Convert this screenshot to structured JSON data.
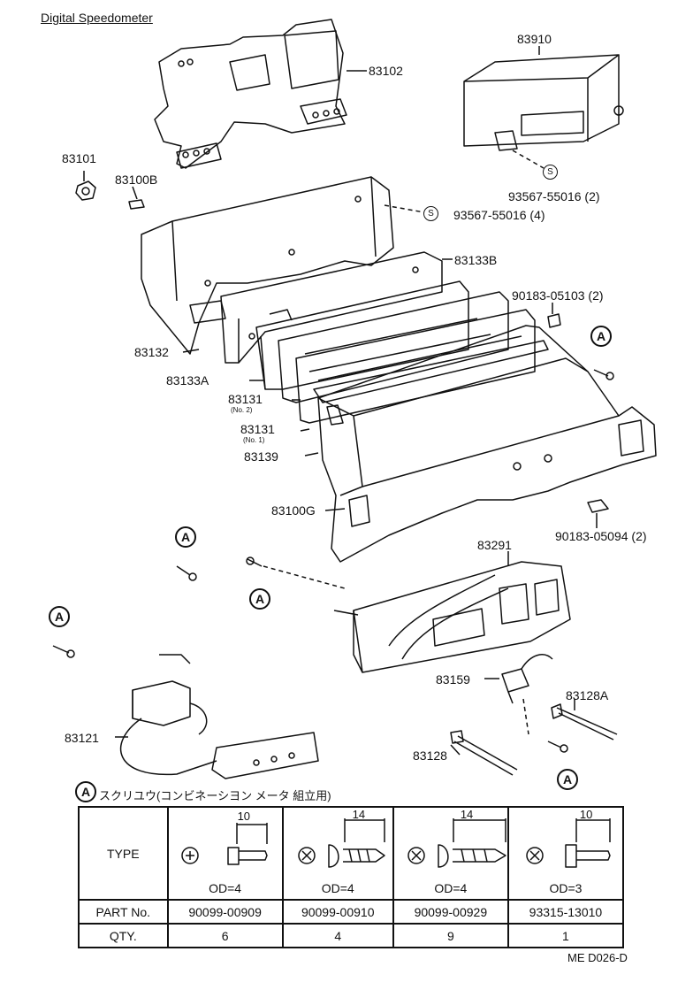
{
  "title": "Digital Speedometer",
  "parts": {
    "p83102": "83102",
    "p83910": "83910",
    "p83101": "83101",
    "p83100B": "83100B",
    "s93567_2": "93567-55016 (2)",
    "s93567_4": "93567-55016 (4)",
    "p83133B": "83133B",
    "p90183_05103": "90183-05103 (2)",
    "p83132": "83132",
    "p83133A": "83133A",
    "p83131a": "83131",
    "p83131a_sub": "(No. 2)",
    "p83131b": "83131",
    "p83131b_sub": "(No. 1)",
    "p83139": "83139",
    "p83100G": "83100G",
    "p90183_05094": "90183-05094 (2)",
    "p83291": "83291",
    "p83159": "83159",
    "p83128A": "83128A",
    "p83128": "83128",
    "p83121": "83121"
  },
  "markers": {
    "A": "A",
    "S": "S"
  },
  "note": "スクリユウ(コンビネーシヨン メータ 組立用)",
  "spec_table": {
    "type_label": "TYPE",
    "part_label": "PART No.",
    "qty_label": "QTY.",
    "columns": [
      {
        "dim": "10",
        "od": "OD=4",
        "part": "90099-00909",
        "qty": "6"
      },
      {
        "dim": "14",
        "od": "OD=4",
        "part": "90099-00910",
        "qty": "4"
      },
      {
        "dim": "14",
        "od": "OD=4",
        "part": "90099-00929",
        "qty": "9"
      },
      {
        "dim": "10",
        "od": "OD=3",
        "part": "93315-13010",
        "qty": "1"
      }
    ]
  },
  "footer": "ME D026-D"
}
